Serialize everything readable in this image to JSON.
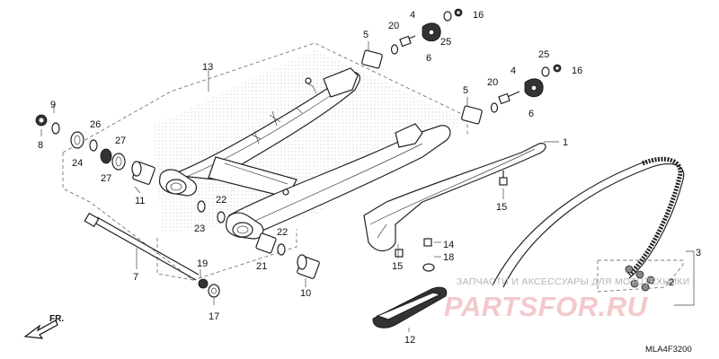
{
  "diagram": {
    "code": "MLA4F3200",
    "direction_label": "FR.",
    "watermark_text": "ЗАПЧАСТИ И АКСЕССУАРЫ ДЛЯ МОТОТЕХНИКИ",
    "watermark_logo": "PARTSFOR.RU",
    "callouts": {
      "c1": "1",
      "c2": "2",
      "c3": "3",
      "c4a": "4",
      "c4b": "4",
      "c5a": "5",
      "c5b": "5",
      "c6a": "6",
      "c6b": "6",
      "c7": "7",
      "c8": "8",
      "c9": "9",
      "c10": "10",
      "c11": "11",
      "c12": "12",
      "c13": "13",
      "c14": "14",
      "c15a": "15",
      "c15b": "15",
      "c16a": "16",
      "c16b": "16",
      "c17": "17",
      "c18": "18",
      "c19": "19",
      "c20a": "20",
      "c20b": "20",
      "c21": "21",
      "c22a": "22",
      "c22b": "22",
      "c23": "23",
      "c24": "24",
      "c25a": "25",
      "c25b": "25",
      "c26": "26",
      "c27a": "27",
      "c27b": "27"
    }
  }
}
